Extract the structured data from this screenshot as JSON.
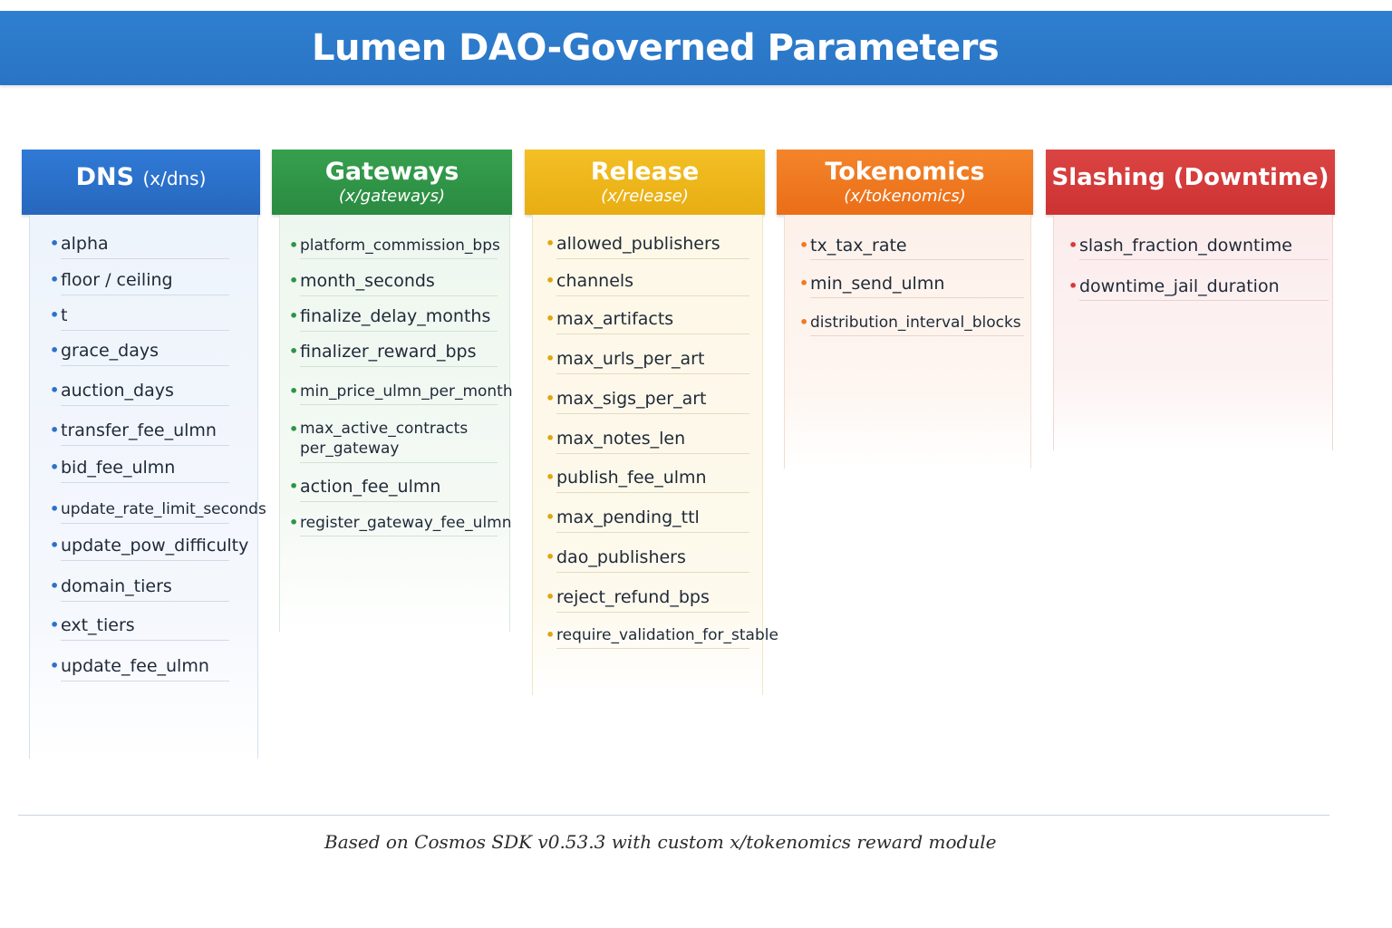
{
  "title": "Lumen DAO-Governed Parameters",
  "colors": {
    "dns": "#2a72cc",
    "gateways": "#2e9447",
    "release": "#eeb81a",
    "tokenomics": "#f07a1f",
    "slashing": "#d63a3a"
  },
  "modules": [
    {
      "name": "DNS",
      "module": "(x/dns)",
      "params": [
        "alpha",
        "floor / ceiling",
        "t",
        "grace_days",
        "auction_days",
        "transfer_fee_ulmn",
        "bid_fee_ulmn",
        "update_rate_limit_seconds",
        "update_pow_difficulty",
        "domain_tiers",
        "ext_tiers",
        "update_fee_ulmn"
      ]
    },
    {
      "name": "Gateways",
      "module": "(x/gateways)",
      "params": [
        "platform_commission_bps",
        "month_seconds",
        "finalize_delay_months",
        "finalizer_reward_bps",
        "min_price_ulmn_per_month",
        "max_active_contracts per_gateway",
        "action_fee_ulmn",
        "register_gateway_fee_ulmn"
      ]
    },
    {
      "name": "Release",
      "module": "(x/release)",
      "params": [
        "allowed_publishers",
        "channels",
        "max_artifacts",
        "max_urls_per_art",
        "max_sigs_per_art",
        "max_notes_len",
        "publish_fee_ulmn",
        "max_pending_ttl",
        "dao_publishers",
        "reject_refund_bps",
        "require_validation_for_stable"
      ]
    },
    {
      "name": "Tokenomics",
      "module": "(x/tokenomics)",
      "params": [
        "tx_tax_rate",
        "min_send_ulmn",
        "distribution_interval_blocks"
      ]
    },
    {
      "name": "Slashing (Downtime)",
      "module": "",
      "params": [
        "slash_fraction_downtime",
        "downtime_jail_duration"
      ]
    }
  ],
  "footer": "Based on Cosmos SDK v0.53.3 with custom x/tokenomics reward module"
}
